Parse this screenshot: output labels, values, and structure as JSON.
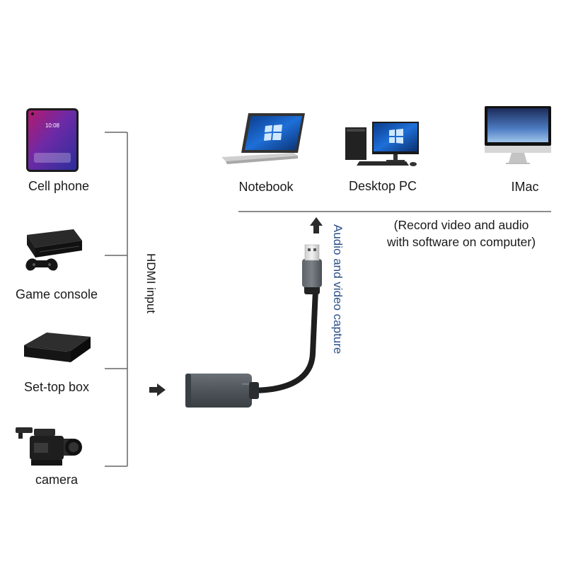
{
  "sources": [
    {
      "id": "cell-phone",
      "label": "Cell phone",
      "icon": "smartphone-icon"
    },
    {
      "id": "game-console",
      "label": "Game console",
      "icon": "game-console-icon"
    },
    {
      "id": "set-top-box",
      "label": "Set-top box",
      "icon": "set-top-box-icon"
    },
    {
      "id": "camera",
      "label": "camera",
      "icon": "video-camera-icon"
    }
  ],
  "input_label": "HDMI input",
  "capture_label": "Audio and video capture",
  "computers": [
    {
      "id": "notebook",
      "label": "Notebook",
      "icon": "laptop-icon"
    },
    {
      "id": "desktop-pc",
      "label": "Desktop PC",
      "icon": "desktop-pc-icon"
    },
    {
      "id": "imac",
      "label": "IMac",
      "icon": "imac-icon"
    }
  ],
  "note": {
    "line1": "(Record video and audio",
    "line2": "with software on computer)"
  },
  "colors": {
    "line": "#666666",
    "capture_text": "#2b4f86",
    "device_body": "#4e545a",
    "cable": "#1e1e1e"
  }
}
